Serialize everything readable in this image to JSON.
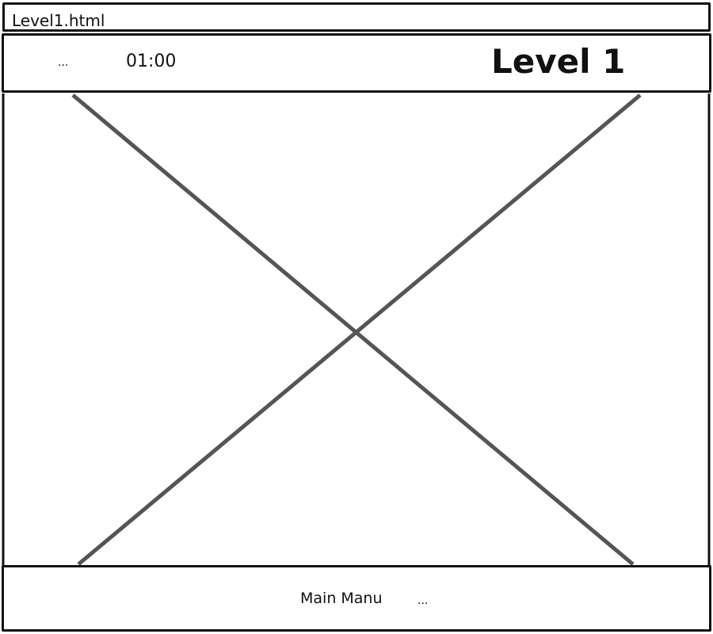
{
  "window": {
    "title": "Level1.html"
  },
  "header": {
    "menu_dots": "...",
    "timer": "01:00",
    "level_title": "Level 1"
  },
  "game_area": {
    "placeholder_icon": "image-placeholder-x"
  },
  "footer": {
    "main_menu_label": "Main Manu",
    "more_dots": "..."
  }
}
